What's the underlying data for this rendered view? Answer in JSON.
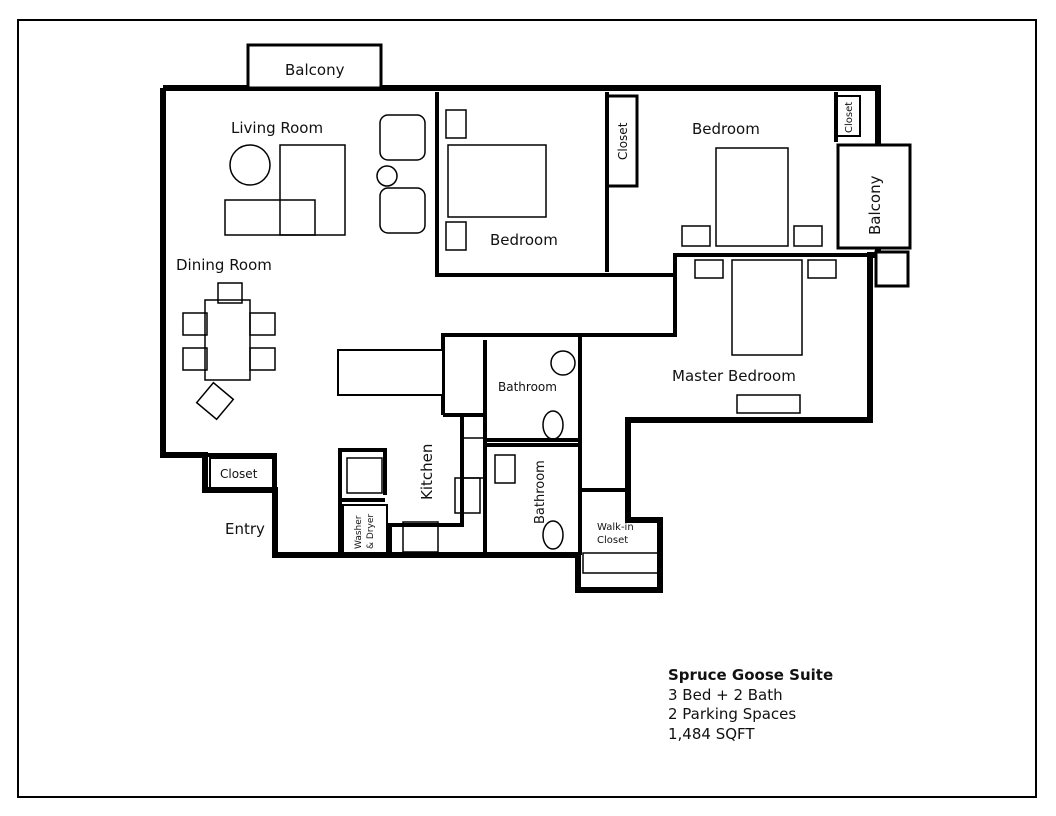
{
  "plan": {
    "rooms": {
      "balcony_top": "Balcony",
      "living_room": "Living Room",
      "dining_room": "Dining Room",
      "bedroom_1": "Bedroom",
      "closet_1": "Closet",
      "bedroom_2": "Bedroom",
      "closet_2": "Closet",
      "balcony_right": "Balcony",
      "master_bedroom": "Master Bedroom",
      "bathroom_1": "Bathroom",
      "bathroom_2": "Bathroom",
      "kitchen": "Kitchen",
      "washer_dryer_1": "Washer",
      "washer_dryer_2": "& Dryer",
      "closet_entry": "Closet",
      "entry": "Entry",
      "walk_in_1": "Walk-in",
      "walk_in_2": "Closet"
    }
  },
  "info": {
    "title": "Spruce Goose Suite",
    "beds_baths": "3 Bed + 2 Bath",
    "parking": "2 Parking Spaces",
    "area": "1,484 SQFT"
  }
}
